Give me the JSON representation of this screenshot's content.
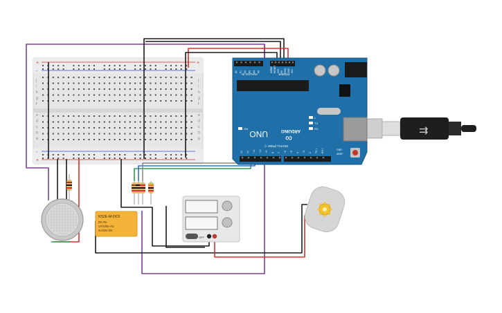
{
  "arduino": {
    "brand": "ARDUINO",
    "model": "UNO",
    "header_power": "POWER",
    "header_analog": "ANALOG IN",
    "header_digital": "DIGITAL (PWM ~)",
    "pin_analog": [
      "A0",
      "A1",
      "A2",
      "A3",
      "A4",
      "A5"
    ],
    "pin_power": [
      "IOREF",
      "RESET",
      "3V3",
      "5V",
      "GND",
      "GND",
      "VIN"
    ],
    "led_on": "ON",
    "led_tx": "TX",
    "led_rx": "RX",
    "led_l": "L",
    "pin_aref": "AREF",
    "pin_gnd": "GND",
    "pin_digital": [
      "13",
      "12",
      "~11",
      "~10",
      "~9",
      "8",
      "7",
      "~6",
      "~5",
      "4",
      "~3",
      "2",
      "TX 1",
      "RX 0"
    ]
  },
  "relay": {
    "model": "KS2E-M-DC5",
    "lines": [
      "DC 5V",
      "1A/125V AC",
      "2A/30V DC"
    ]
  },
  "power_supply": {
    "switch": "OFF"
  },
  "breadboard": {
    "rows": [
      "a",
      "b",
      "c",
      "d",
      "e",
      "f",
      "g",
      "h",
      "i",
      "j"
    ],
    "rail_plus": "+",
    "rail_minus": "-"
  },
  "colors": {
    "arduino_board": "#1f6fa8",
    "relay_body": "#f4b43a",
    "wire_red": "#d8302a",
    "wire_black": "#1a1a1a",
    "wire_purple": "#7b3f99",
    "wire_green": "#2e9c4a",
    "wire_blue": "#2c6fd6",
    "wire_gray": "#8a8a8a"
  }
}
